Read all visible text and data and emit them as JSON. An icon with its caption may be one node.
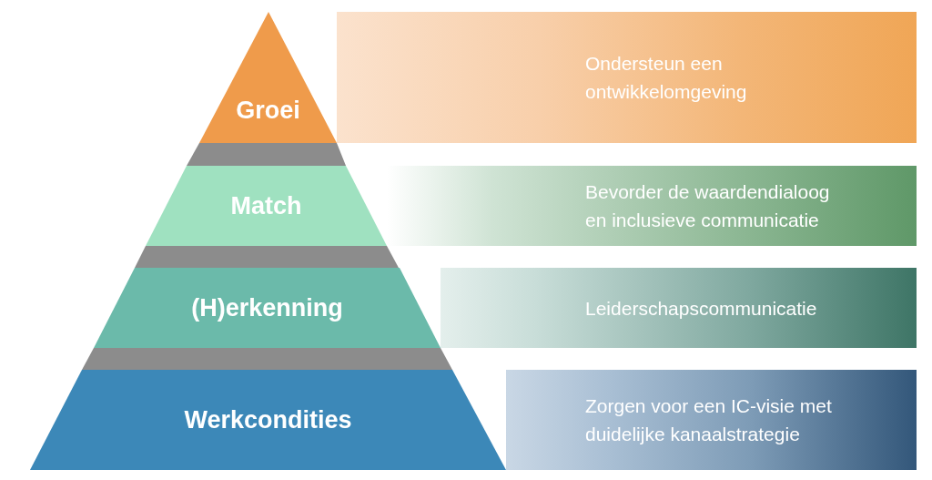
{
  "diagram": {
    "nodes": [
      {
        "text": [
          "Groei"
        ]
      },
      {
        "text": [
          "Ondersteun een ontwikkelomgeving"
        ]
      },
      {
        "text": [
          "Match"
        ]
      },
      {
        "text": [
          "Bevorder de waardendialoog en inclusieve communicatie"
        ]
      },
      {
        "text": [
          "(H)erkenning"
        ]
      },
      {
        "text": [
          "Leiderschapscommunicatie"
        ]
      },
      {
        "text": [
          "Werkcondities"
        ]
      },
      {
        "text": [
          "Zorgen voor een IC-visie met duidelijke kanaalstrategie"
        ]
      },
      {
        "text": [],
        "shape": "box"
      },
      {
        "text": [],
        "shape": "box"
      },
      {
        "text": [],
        "shape": "box"
      }
    ]
  }
}
